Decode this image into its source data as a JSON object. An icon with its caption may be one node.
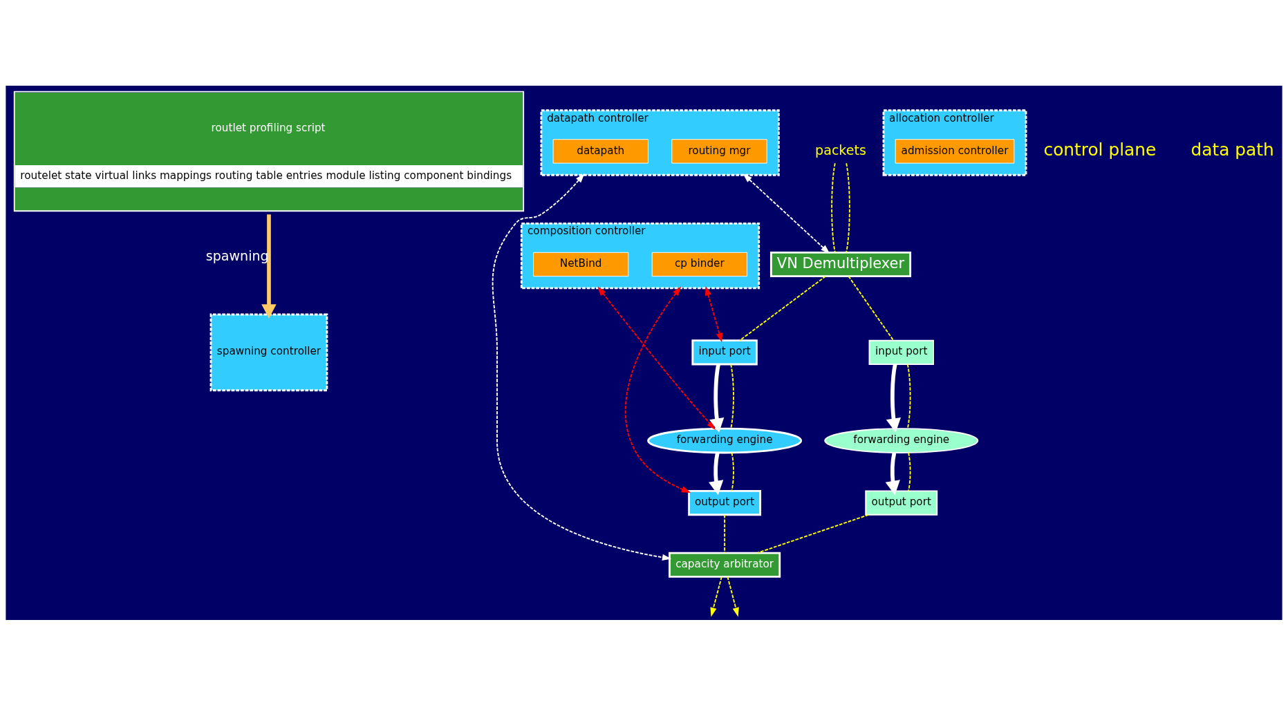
{
  "diagram": {
    "nodes": [
      {
        "text": [
          "routlet profiling script",
          "routelet state virtual links mappings routing table entries module listing component bindings"
        ]
      },
      {
        "text": [
          "spawning controller"
        ]
      },
      {
        "text": [
          "composition controller"
        ]
      },
      {
        "text": [
          "cp binder"
        ],
        "in": 2
      },
      {
        "text": [
          "NetBind"
        ],
        "in": 2
      },
      {
        "text": [
          "allocation controller"
        ]
      },
      {
        "text": [
          "admission controller"
        ],
        "in": 5
      },
      {
        "text": [
          "datapath controller"
        ]
      },
      {
        "text": [
          "routing mgr"
        ],
        "in": 7
      },
      {
        "text": [
          "datapath"
        ],
        "in": 7
      },
      {
        "text": [
          "VN Demultiplexer"
        ]
      },
      {
        "text": [
          "input port"
        ]
      },
      {
        "text": [
          "forwarding engine"
        ]
      },
      {
        "text": [
          "output port"
        ]
      },
      {
        "text": [
          "input port"
        ]
      },
      {
        "text": [
          "forwarding engine"
        ]
      },
      {
        "text": [
          "output port"
        ]
      },
      {
        "text": [
          "capacity arbitrator"
        ]
      },
      {
        "text": [
          "packets"
        ]
      }
    ],
    "edges": [
      {
        "from": 0,
        "to": 1,
        "arrow": "to",
        "label": "spawning",
        "style": "thick",
        "color": "#ffc966"
      },
      {
        "from": 11,
        "to": 12,
        "arrow": "to",
        "style": "thick",
        "color": "#ffffff"
      },
      {
        "from": 12,
        "to": 13,
        "arrow": "to",
        "style": "thick",
        "color": "#ffffff"
      },
      {
        "from": 14,
        "to": 15,
        "arrow": "to",
        "style": "thick",
        "color": "#ffffff"
      },
      {
        "from": 15,
        "to": 16,
        "arrow": "to",
        "style": "thick",
        "color": "#ffffff"
      },
      {
        "from": 2,
        "to": 11,
        "arrow": "both",
        "style": "dashed",
        "color": "#ff0000"
      },
      {
        "from": 2,
        "to": 12,
        "arrow": "both",
        "style": "dashed",
        "color": "#ff0000"
      },
      {
        "from": 2,
        "to": 13,
        "arrow": "both",
        "style": "dashed",
        "color": "#ff0000"
      },
      {
        "from": 7,
        "to": 10,
        "arrow": "both",
        "style": "dashed",
        "color": "#ffffff"
      },
      {
        "from": 7,
        "to": 17,
        "arrow": "both",
        "style": "dashed",
        "color": "#ffffff"
      },
      {
        "from": 18,
        "to": 10,
        "arrow": "none",
        "style": "dashed",
        "color": "#ffff00"
      },
      {
        "from": 18,
        "to": 10,
        "arrow": "none",
        "style": "dashed",
        "color": "#ffff00"
      },
      {
        "from": 10,
        "to": 11,
        "arrow": "none",
        "style": "dashed",
        "color": "#ffff00"
      },
      {
        "from": 11,
        "to": 12,
        "arrow": "none",
        "style": "dashed",
        "color": "#ffff00"
      },
      {
        "from": 12,
        "to": 13,
        "arrow": "none",
        "style": "dashed",
        "color": "#ffff00"
      },
      {
        "from": 13,
        "to": 17,
        "arrow": "none",
        "style": "dashed",
        "color": "#ffff00"
      },
      {
        "from": 10,
        "to": 14,
        "arrow": "none",
        "style": "dashed",
        "color": "#ffff00"
      },
      {
        "from": 14,
        "to": 15,
        "arrow": "none",
        "style": "dashed",
        "color": "#ffff00"
      },
      {
        "from": 15,
        "to": 16,
        "arrow": "none",
        "style": "dashed",
        "color": "#ffff00"
      },
      {
        "from": 16,
        "to": 17,
        "arrow": "none",
        "style": "dashed",
        "color": "#ffff00"
      },
      {
        "from": 17,
        "to": null,
        "arrow": "to",
        "style": "dashed",
        "color": "#ffff00"
      },
      {
        "from": 17,
        "to": null,
        "arrow": "to",
        "style": "dashed",
        "color": "#ffff00"
      }
    ],
    "labels": [
      "control plane",
      "data path"
    ]
  }
}
